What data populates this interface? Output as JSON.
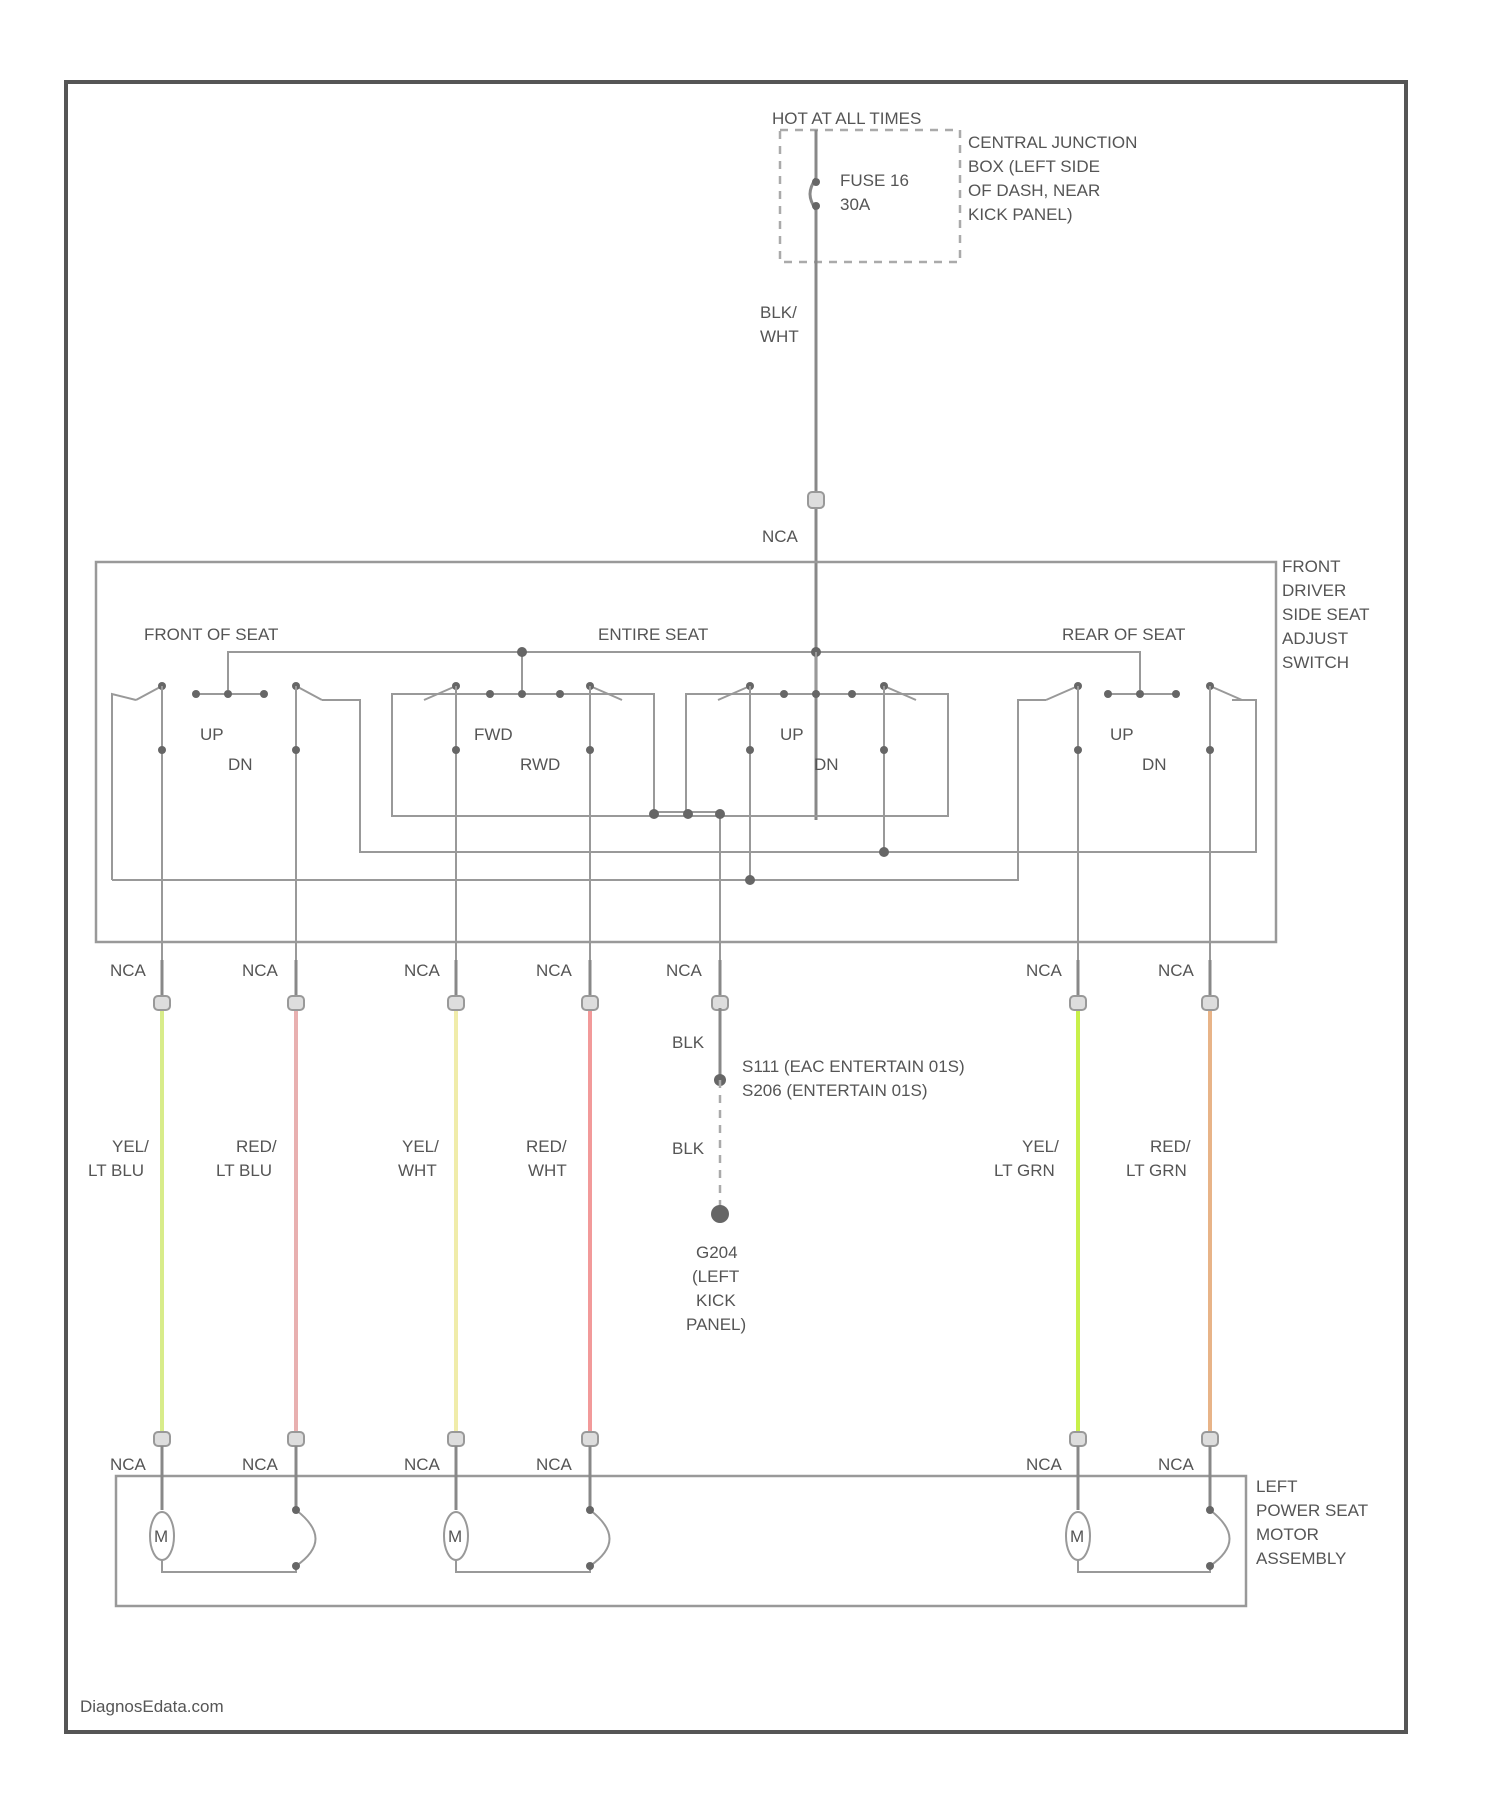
{
  "labels": {
    "hot": "HOT AT ALL TIMES",
    "cjb": [
      "CENTRAL JUNCTION",
      "BOX (LEFT SIDE",
      "OF DASH, NEAR",
      "KICK PANEL)"
    ],
    "fuse": [
      "FUSE 16",
      "30A"
    ],
    "feed_wire": [
      "BLK/",
      "WHT"
    ],
    "nca": "NCA",
    "switch_name": [
      "FRONT",
      "DRIVER",
      "SIDE SEAT",
      "ADJUST",
      "SWITCH"
    ],
    "group_front": "FRONT OF SEAT",
    "group_entire": "ENTIRE SEAT",
    "group_rear": "REAR OF SEAT",
    "up": "UP",
    "dn": "DN",
    "fwd": "FWD",
    "rwd": "RWD",
    "blk": "BLK",
    "splice": [
      "S111 (EAC ENTERTAIN 01S)",
      "S206 (ENTERTAIN 01S)"
    ],
    "ground": [
      "G204",
      "(LEFT",
      "KICK",
      "PANEL)"
    ],
    "motor_assy": [
      "LEFT",
      "POWER SEAT",
      "MOTOR",
      "ASSEMBLY"
    ],
    "m": "M",
    "watermark": "DiagnosEdata.com"
  },
  "wires": [
    {
      "name": "wire-1",
      "label": [
        "YEL/",
        "LT BLU"
      ],
      "color": "#d8ec8a"
    },
    {
      "name": "wire-2",
      "label": [
        "RED/",
        "LT BLU"
      ],
      "color": "#e8b0b0"
    },
    {
      "name": "wire-3",
      "label": [
        "YEL/",
        "WHT"
      ],
      "color": "#f0ecaa"
    },
    {
      "name": "wire-4",
      "label": [
        "RED/",
        "WHT"
      ],
      "color": "#f29a9a"
    },
    {
      "name": "wire-5",
      "label": [
        "YEL/",
        "LT GRN"
      ],
      "color": "#c8f04a"
    },
    {
      "name": "wire-6",
      "label": [
        "RED/",
        "LT GRN"
      ],
      "color": "#e8b488"
    }
  ]
}
